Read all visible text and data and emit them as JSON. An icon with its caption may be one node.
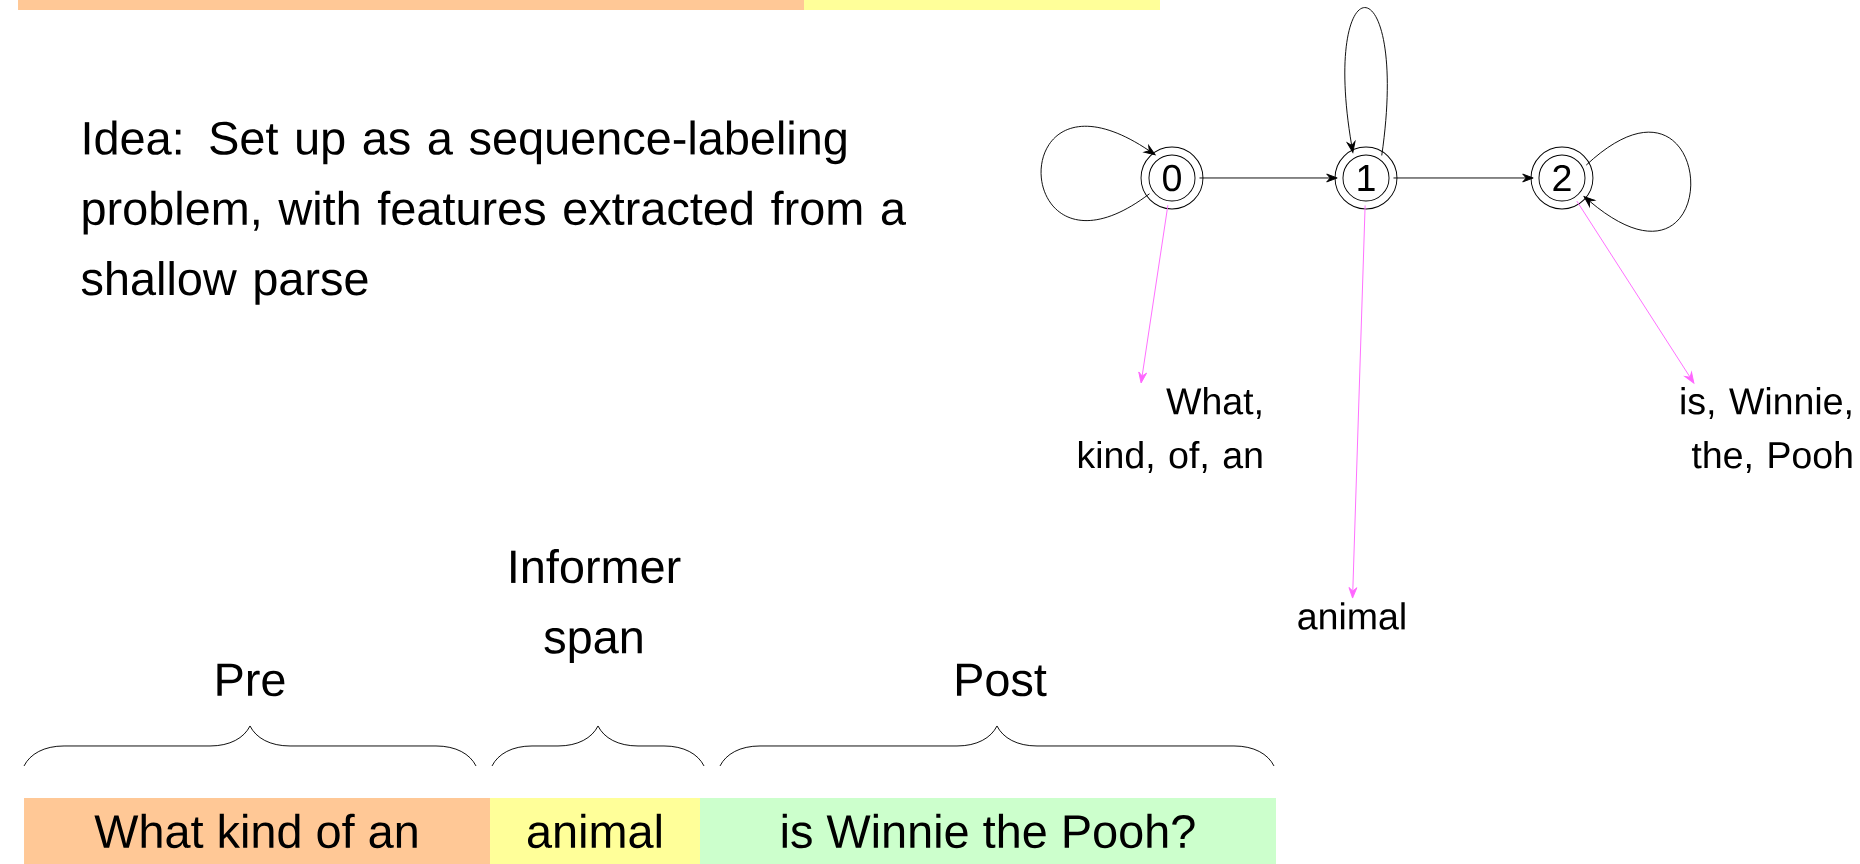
{
  "diagram": {
    "nodes": [
      {
        "text": [
          "0"
        ]
      },
      {
        "text": [
          "1"
        ]
      },
      {
        "text": [
          "2"
        ]
      },
      {
        "text": [
          "What, kind, of, an"
        ]
      },
      {
        "text": [
          "animal"
        ]
      },
      {
        "text": [
          "is, Winnie, the, Pooh"
        ]
      }
    ],
    "edges": [
      {
        "from": 0,
        "to": 0,
        "arrow": "to"
      },
      {
        "from": 1,
        "to": 1,
        "arrow": "to"
      },
      {
        "from": 2,
        "to": 2,
        "arrow": "to"
      },
      {
        "from": 0,
        "to": 1,
        "arrow": "to"
      },
      {
        "from": 1,
        "to": 2,
        "arrow": "to"
      },
      {
        "from": 0,
        "to": 3,
        "arrow": "to",
        "color": "#ff66ff"
      },
      {
        "from": 1,
        "to": 4,
        "arrow": "to",
        "color": "#ff66ff"
      },
      {
        "from": 2,
        "to": 5,
        "arrow": "to",
        "color": "#ff66ff"
      }
    ],
    "labels": [
      "Idea: Set up as a sequence-labeling problem, with features extracted from a shallow parse",
      "Informer span",
      "Pre",
      "Post",
      "What kind of an",
      "animal",
      "is Winnie the Pooh?"
    ]
  }
}
